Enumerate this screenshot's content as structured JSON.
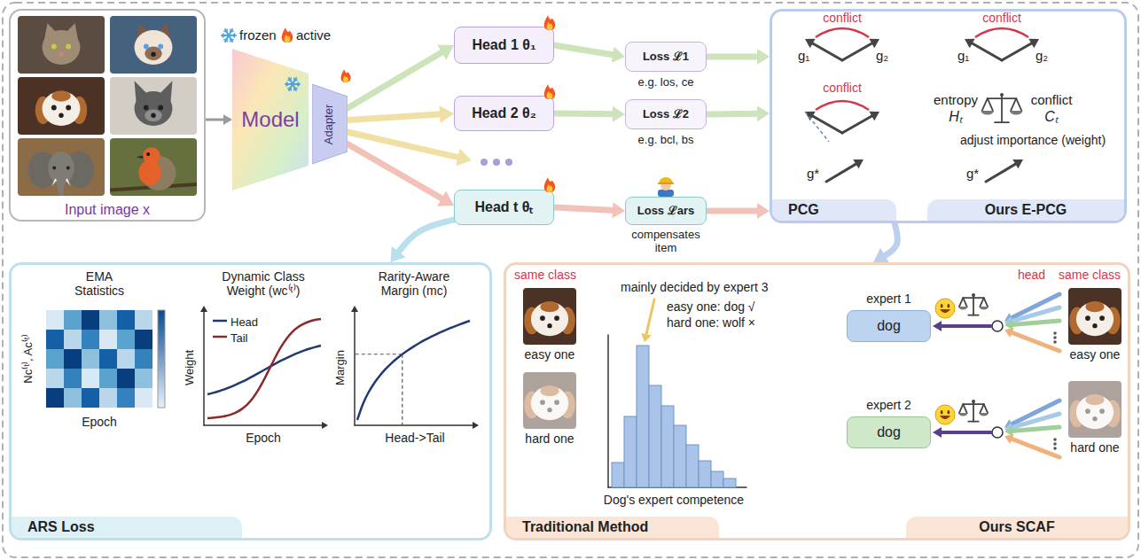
{
  "diagram": {
    "nodes": [
      {
        "text": [
          "Input image x"
        ]
      },
      {
        "text": [
          "Model"
        ]
      },
      {
        "text": [
          "Adapter"
        ]
      },
      {
        "text": [
          "Head 1 θ₁"
        ]
      },
      {
        "text": [
          "Head 2 θ₂"
        ]
      },
      {
        "text": [
          "Head t θₜ"
        ]
      },
      {
        "text": [
          "Loss ℒ1"
        ]
      },
      {
        "text": [
          "Loss ℒ2"
        ]
      },
      {
        "text": [
          "Loss ℒars"
        ]
      },
      {
        "text": [
          "PCG",
          "Ours E-PCG"
        ]
      },
      {
        "text": [
          "ARS Loss"
        ]
      },
      {
        "text": [
          "Traditional Method",
          "Ours SCAF"
        ]
      },
      {
        "text": [
          "expert 1",
          "dog"
        ],
        "in": 11
      },
      {
        "text": [
          "expert 2",
          "dog"
        ],
        "in": 11
      }
    ],
    "edges": [
      {
        "from": 0,
        "to": 1,
        "arrow": "to"
      },
      {
        "from": 2,
        "to": 3,
        "arrow": "to"
      },
      {
        "from": 2,
        "to": 4,
        "arrow": "to"
      },
      {
        "from": 2,
        "to": 5,
        "arrow": "to"
      },
      {
        "from": 3,
        "to": 6,
        "arrow": "to"
      },
      {
        "from": 4,
        "to": 7,
        "arrow": "to"
      },
      {
        "from": 5,
        "to": 8,
        "arrow": "to"
      },
      {
        "from": 6,
        "to": 9,
        "arrow": "to"
      },
      {
        "from": 7,
        "to": 9,
        "arrow": "to"
      },
      {
        "from": 8,
        "to": 9,
        "arrow": "to"
      },
      {
        "from": 5,
        "to": 10,
        "arrow": "to"
      },
      {
        "from": 9,
        "to": 11,
        "arrow": "to"
      }
    ],
    "labels": [
      "frozen",
      "active",
      "e.g. los, ce",
      "e.g. bcl, bs",
      "compensates item",
      "conflict",
      "g₁",
      "g₂",
      "conflict",
      "g*",
      "conflict",
      "g₁",
      "g₂",
      "entropy",
      "Hₜ",
      "conflict",
      "Cₜ",
      "adjust importance (weight)",
      "g*",
      "EMA Statistics",
      "Nc⁽ᵗ⁾, Ac⁽ᵗ⁾",
      "Epoch",
      "Dynamic Class Weight (wc⁽ᵗ⁾)",
      "Weight",
      "Epoch",
      "Rarity-Aware Margin (mc)",
      "Margin",
      "Head->Tail",
      "same class",
      "easy one",
      "hard one",
      "mainly decided by expert 3",
      "easy one: dog √",
      "hard one: wolf ×",
      "Dog's expert competence",
      "head",
      "same class",
      "easy one",
      "hard one"
    ],
    "legend": [
      {
        "text": "Head"
      },
      {
        "text": "Tail"
      }
    ]
  }
}
